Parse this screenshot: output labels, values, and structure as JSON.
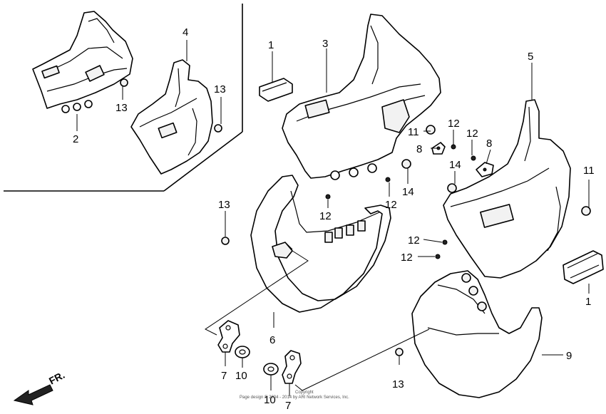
{
  "callouts": [
    {
      "id": "c1a",
      "label": "1"
    },
    {
      "id": "c1b",
      "label": "1"
    },
    {
      "id": "c2",
      "label": "2"
    },
    {
      "id": "c3",
      "label": "3"
    },
    {
      "id": "c4",
      "label": "4"
    },
    {
      "id": "c5",
      "label": "5"
    },
    {
      "id": "c6",
      "label": "6"
    },
    {
      "id": "c7a",
      "label": "7"
    },
    {
      "id": "c7b",
      "label": "7"
    },
    {
      "id": "c8a",
      "label": "8"
    },
    {
      "id": "c8b",
      "label": "8"
    },
    {
      "id": "c9",
      "label": "9"
    },
    {
      "id": "c10a",
      "label": "10"
    },
    {
      "id": "c10b",
      "label": "10"
    },
    {
      "id": "c11a",
      "label": "11"
    },
    {
      "id": "c11b",
      "label": "11"
    },
    {
      "id": "c12a",
      "label": "12"
    },
    {
      "id": "c12b",
      "label": "12"
    },
    {
      "id": "c12c",
      "label": "12"
    },
    {
      "id": "c12d",
      "label": "12"
    },
    {
      "id": "c12e",
      "label": "12"
    },
    {
      "id": "c12f",
      "label": "12"
    },
    {
      "id": "c13a",
      "label": "13"
    },
    {
      "id": "c13b",
      "label": "13"
    },
    {
      "id": "c13c",
      "label": "13"
    },
    {
      "id": "c13d",
      "label": "13"
    },
    {
      "id": "c14a",
      "label": "14"
    },
    {
      "id": "c14b",
      "label": "14"
    }
  ],
  "direction_arrow": {
    "label": "FR."
  },
  "copyright": {
    "line1": "Copyright",
    "line2": "Page design © 2004 - 2014 by ARI Network Services, Inc."
  }
}
